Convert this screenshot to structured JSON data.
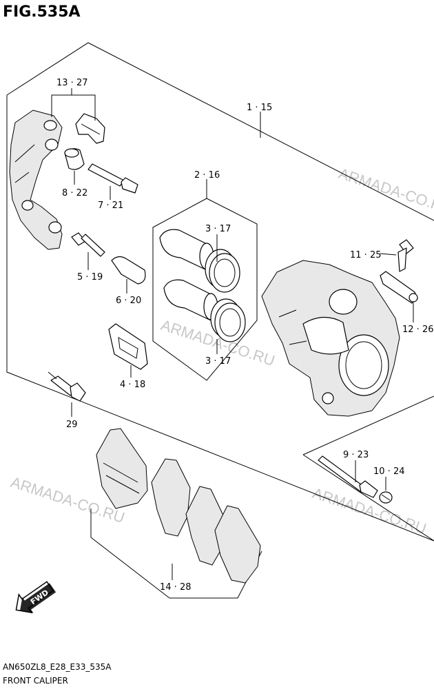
{
  "title": "FIG.535A",
  "watermark": "ARMADA-CO.RU",
  "fwd_label": "FWD",
  "footer": {
    "code": "AN650ZL8_E28_E33_535A",
    "name": "FRONT CALIPER"
  },
  "callouts": [
    {
      "id": "13-27",
      "text": "13 · 27"
    },
    {
      "id": "1-15",
      "text": "1 · 15"
    },
    {
      "id": "8-22",
      "text": "8 · 22"
    },
    {
      "id": "7-21",
      "text": "7 · 21"
    },
    {
      "id": "2-16",
      "text": "2 · 16"
    },
    {
      "id": "3-17a",
      "text": "3 · 17"
    },
    {
      "id": "3-17b",
      "text": "3 · 17"
    },
    {
      "id": "5-19",
      "text": "5 · 19"
    },
    {
      "id": "6-20",
      "text": "6 · 20"
    },
    {
      "id": "11-25",
      "text": "11 · 25"
    },
    {
      "id": "12-26",
      "text": "12 · 26"
    },
    {
      "id": "4-18",
      "text": "4 · 18"
    },
    {
      "id": "29",
      "text": "29"
    },
    {
      "id": "9-23",
      "text": "9 · 23"
    },
    {
      "id": "10-24",
      "text": "10 · 24"
    },
    {
      "id": "14-28",
      "text": "14 · 28"
    }
  ]
}
